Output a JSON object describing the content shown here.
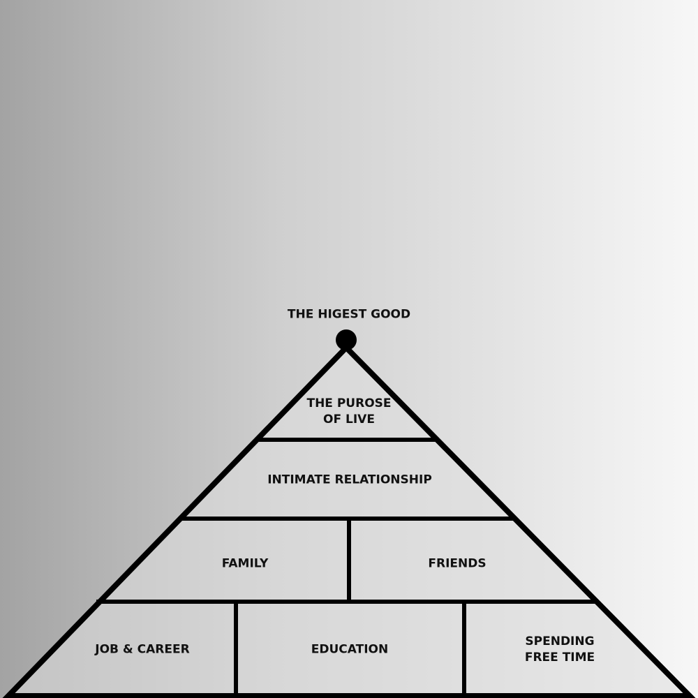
{
  "apex_label": "THE HIGEST GOOD",
  "levels": {
    "purpose": [
      "THE PUROSE",
      "OF LIVE"
    ],
    "intimate": "INTIMATE RELATIONSHIP",
    "family": "FAMILY",
    "friends": "FRIENDS",
    "job": "JOB & CAREER",
    "education": "EDUCATION",
    "free_time": [
      "SPENDING",
      "FREE TIME"
    ]
  },
  "colors": {
    "stroke": "#000000",
    "fill": "#dedede",
    "text": "#111111"
  }
}
